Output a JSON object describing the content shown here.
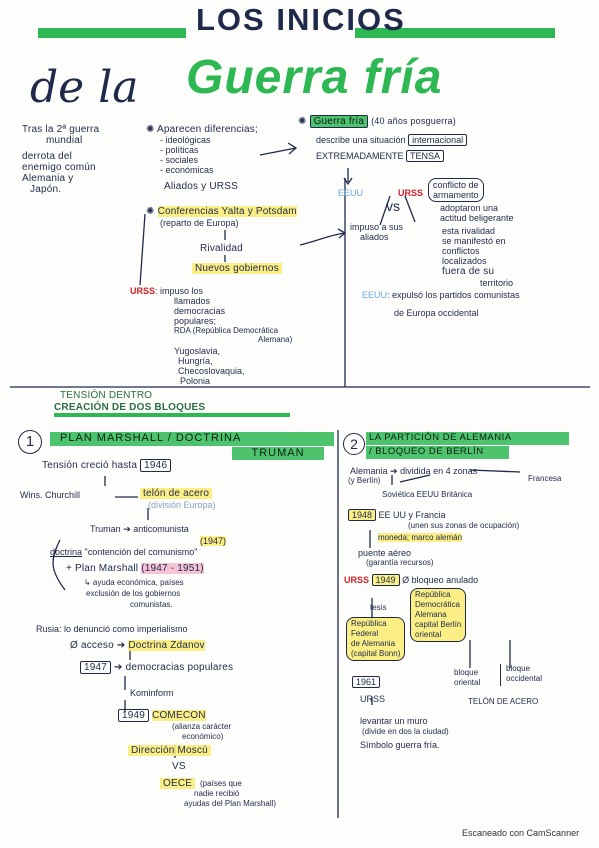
{
  "title": {
    "line1": "LOS INICIOS",
    "line2_prefix": "de la",
    "line2_main": "Guerra fría"
  },
  "intro": {
    "left_1": "Tras la 2ª guerra",
    "left_2": "mundial",
    "left_3": "derrota del",
    "left_4": "enemigo común",
    "left_5": "Alemania y",
    "left_6": "Japón.",
    "c1_head": "Aparecen diferencias;",
    "c1_items": [
      "- ideológicas",
      "- políticas",
      "- sociales",
      "- económicas"
    ],
    "c1_allies": "Aliados y URSS",
    "c2_head": "Conferencias Yalta y Potsdam",
    "c2_sub": "(reparto de Europa)",
    "rivalidad": "Rivalidad",
    "nuevos": "Nuevos gobiernos",
    "s3_label": "Guerra fría",
    "s3_paren": "(40 años posguerra)",
    "s3_line1a": "describe una situación",
    "s3_line1b": "internacional",
    "s3_line2a": "EXTREMADAMENTE",
    "s3_line2b": "TENSA",
    "eeuu": "EEUU",
    "vs": "vs",
    "urss": "URSS",
    "impuso": "impuso a sus",
    "aliados": "aliados",
    "conflict_1": "conflicto de",
    "conflict_2": "armamento",
    "conflict_3": "adoptaron una",
    "conflict_4": "actitud beligerante",
    "conflict_5": "esta rivalidad",
    "conflict_6": "se manifestó en",
    "conflict_7": "conflictos",
    "conflict_8": "localizados",
    "conflict_9": "fuera de su",
    "conflict_10": "territorio",
    "urss_left": "URSS",
    "urss_1": ": impuso los",
    "urss_2": "llamados",
    "urss_3": "democracias",
    "urss_4": "populares;",
    "urss_5": "RDA (República Democrática",
    "urss_6": "Alemana)",
    "urss_7": "Yugoslavia,",
    "urss_8": "Hungría,",
    "urss_9": "Checoslovaquia,",
    "urss_10": "Polonia",
    "eeuu_right": "EEUU",
    "eeuu_1": ": expulsó los partidos comunistas",
    "eeuu_2": "de Europa occidental",
    "tension_1": "TENSIÓN DENTRO",
    "tension_2": "CREACIÓN DE DOS BLOQUES"
  },
  "left": {
    "num": "1",
    "title_1": "PLAN MARSHALL / DOCTRINA",
    "title_2": "TRUMAN",
    "tension": "Tensión creció hasta",
    "year_1946": "1946",
    "churchill": "Wins. Churchill",
    "telon": "telón de acero",
    "europa": "(división Europa)",
    "truman": "Truman",
    "truman_2": "anticomunista",
    "year_1947a": "(1947)",
    "doctrina": "doctrina",
    "contencion": "\"contención del comunismo\"",
    "plan": "+ Plan Marshall",
    "plan_years": "(1947 - 1951)",
    "ayuda_1": "↳ ayuda económica, países",
    "ayuda_2": "exclusión de los gobiernos",
    "ayuda_3": "comunistas.",
    "rusia": "Rusia: lo denunció como imperialismo",
    "acceso": "Ø acceso",
    "zdanov": "Doctrina Zdanov",
    "year_1947b": "1947",
    "democracias": "democracias populares",
    "kominform": "Kominform",
    "year_1949": "1949",
    "comecon": "COMECON",
    "comecon_sub_1": "(alianza carácter",
    "comecon_sub_2": "económico)",
    "direccion": "Dirección Moscú",
    "vs": "VS",
    "oece": "OECE",
    "oece_sub_1": "(países que",
    "oece_sub_2": "nadie recibió",
    "oece_sub_3": "ayudas del Plan Marshall)"
  },
  "right": {
    "num": "2",
    "title_1": "LA PARTICIÓN DE ALEMANIA",
    "title_2": "/ BLOQUEO DE BERLÍN",
    "alemania": "Alemania",
    "y_berlin": "(y Berlín)",
    "dividida": "dividida en 4 zonas",
    "zonas": "Soviética  EEUU  Británica",
    "francesa": "Francesa",
    "year_1948": "1948",
    "eeuu_uk_1": "EE UU y Francia",
    "eeuu_uk_2": "(unen sus zonas de ocupación)",
    "moneda": "moneda; marco alemán",
    "puente_1": "puente aéreo",
    "puente_2": "(garantía recursos)",
    "urss": "URSS",
    "year_1949": "1949",
    "bloqueo": "Ø bloqueo anulado",
    "rep_dem_1": "República",
    "rep_dem_2": "Democrática",
    "rep_dem_3": "Alemana",
    "rep_dem_4": "capital Berlín",
    "rep_dem_5": "oriental",
    "tesis": "tesis",
    "rep_fed_1": "República",
    "rep_fed_2": "Federal",
    "rep_fed_3": "de Alemania",
    "rep_fed_4": "(capital Bonn)",
    "bloque_or_1": "bloque",
    "bloque_or_2": "oriental",
    "bloque_oc_1": "bloque",
    "bloque_oc_2": "occidental",
    "year_1961": "1961",
    "urss_2": "URSS",
    "telon": "TELÓN DE ACERO",
    "muro_1": "levantar un muro",
    "muro_2": "(divide en dos la ciudad)",
    "muro_3": "Símbolo guerra fría."
  },
  "footer": "Escaneado con CamScanner",
  "colors": {
    "green": "#2eb854",
    "yellow": "#f9ec78",
    "ink": "#1f2a4a",
    "red": "#d41e2b",
    "blue": "#6aa9e8"
  }
}
